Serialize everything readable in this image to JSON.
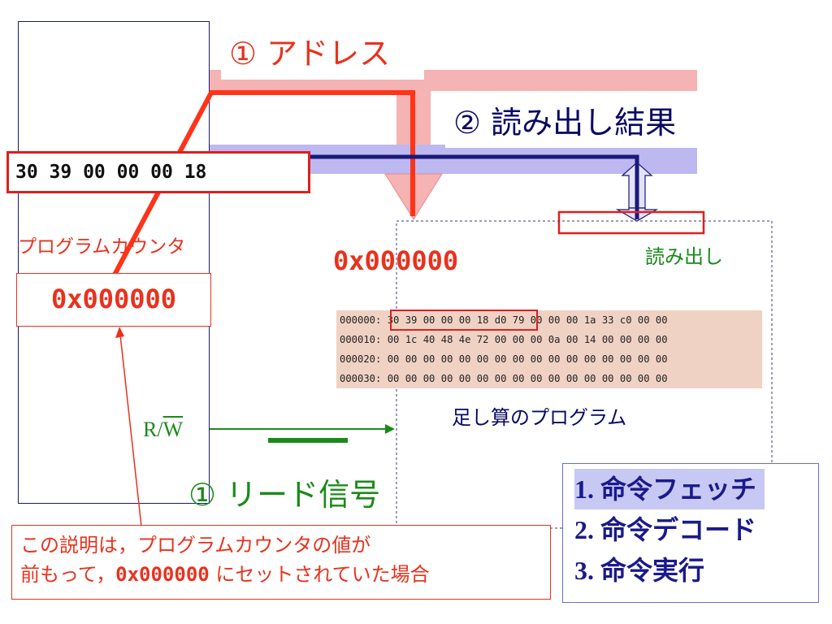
{
  "labels": {
    "address": "① アドレス",
    "read_result": "② 読み出し結果",
    "program_counter_title": "プログラムカウンタ",
    "program_counter_value": "0x000000",
    "memory_address": "0x000000",
    "read": "読み出し",
    "rw_r": "R/",
    "rw_w": "W",
    "read_signal": "① リード信号",
    "program_caption": "足し算のプログラム"
  },
  "register_contents": "30 39 00 00 00 18",
  "hexdump": {
    "rows": [
      "000000: 30 39 00 00 00 18 d0 79 00 00 00 1a 33 c0 00 00",
      "000010: 00 1c 40 48 4e 72 00 00 00 0a 00 14 00 00 00 00",
      "000020: 00 00 00 00 00 00 00 00 00 00 00 00 00 00 00 00",
      "000030: 00 00 00 00 00 00 00 00 00 00 00 00 00 00 00 00"
    ]
  },
  "note": {
    "line1": "この説明は，プログラムカウンタの値が",
    "line2_prefix": "前もって，",
    "line2_mono": "0x000000",
    "line2_suffix": " にセットされていた場合"
  },
  "steps": [
    "1. 命令フェッチ",
    "2. 命令デコード",
    "3. 命令実行"
  ],
  "colors": {
    "red": "#e8321e",
    "navy": "#0a0a64",
    "green": "#1a8a1a",
    "pink_bus": "#f5b3b3",
    "blue_bus": "#bdb8f0",
    "highlight": "#c8c8f4"
  }
}
